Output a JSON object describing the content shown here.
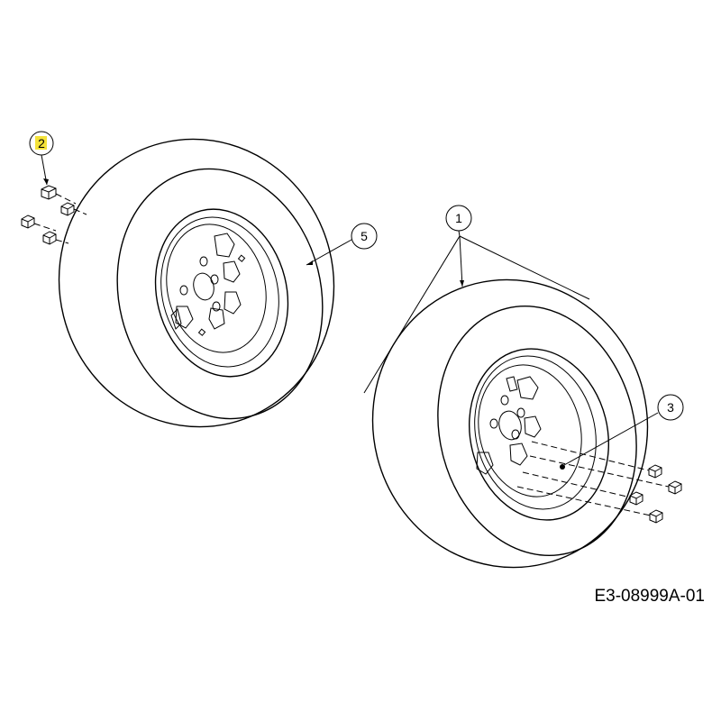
{
  "callouts": {
    "c1": "1",
    "c2": "2",
    "c3": "3",
    "c5": "5"
  },
  "highlight_color": "#f4e23a",
  "drawing_number": "E3-08999A-01"
}
